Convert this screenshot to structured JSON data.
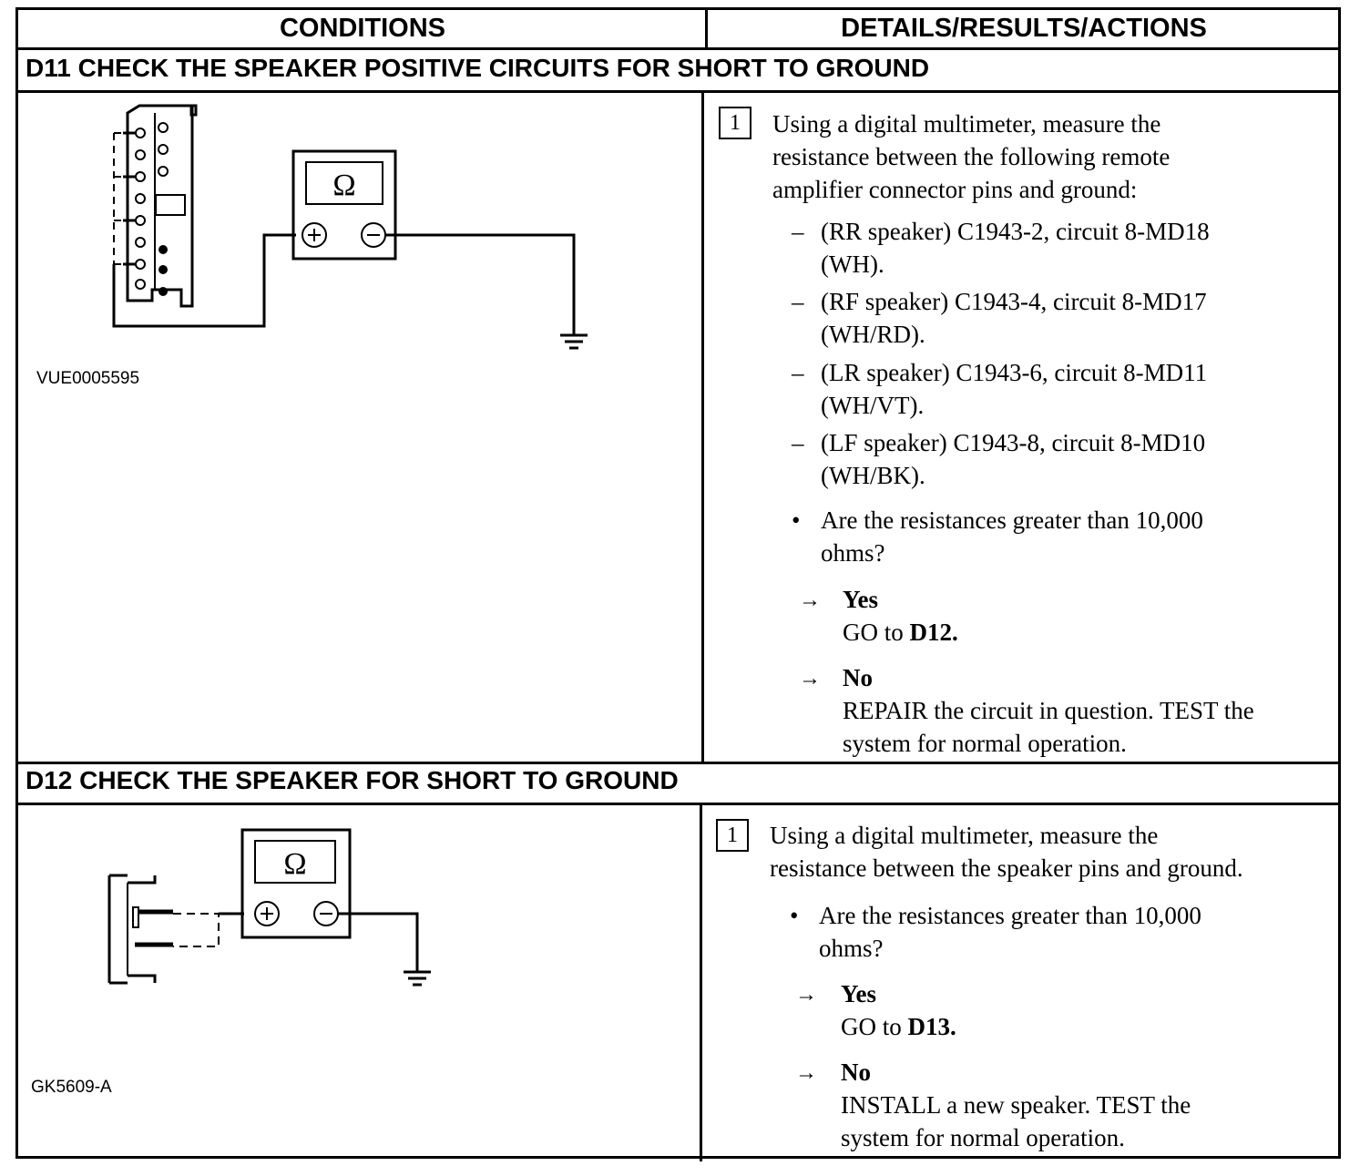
{
  "header": {
    "conditions": "CONDITIONS",
    "details": "DETAILS/RESULTS/ACTIONS"
  },
  "steps": [
    {
      "title": "D11 CHECK THE SPEAKER POSITIVE CIRCUITS FOR SHORT TO GROUND",
      "figure_code": "VUE0005595",
      "meter_symbol": "Ω",
      "step_number": "1",
      "instruction": "Using a digital multimeter, measure the\nresistance between the following remote\namplifier connector pins and ground:",
      "sub_items": [
        "(RR speaker) C1943-2, circuit 8-MD18\n(WH).",
        "(RF speaker) C1943-4, circuit 8-MD17\n(WH/RD).",
        "(LR speaker) C1943-6, circuit 8-MD11\n(WH/VT).",
        "(LF speaker) C1943-8, circuit 8-MD10\n(WH/BK)."
      ],
      "question": "Are the resistances greater than 10,000\nohms?",
      "yes_label": "Yes",
      "yes_action_prefix": "GO to ",
      "yes_action_target": "D12.",
      "no_label": "No",
      "no_action": "REPAIR the circuit in question. TEST the\nsystem for normal operation."
    },
    {
      "title": "D12 CHECK THE SPEAKER FOR SHORT TO GROUND",
      "figure_code": "GK5609-A",
      "meter_symbol": "Ω",
      "step_number": "1",
      "instruction": "Using a digital multimeter, measure the\nresistance between the speaker pins and ground.",
      "question": "Are the resistances greater than 10,000\nohms?",
      "yes_label": "Yes",
      "yes_action_prefix": "GO to ",
      "yes_action_target": "D13.",
      "no_label": "No",
      "no_action": "INSTALL a new speaker. TEST the\nsystem for normal operation."
    }
  ],
  "symbols": {
    "dash": "–",
    "bullet": "•",
    "arrow": "→"
  }
}
